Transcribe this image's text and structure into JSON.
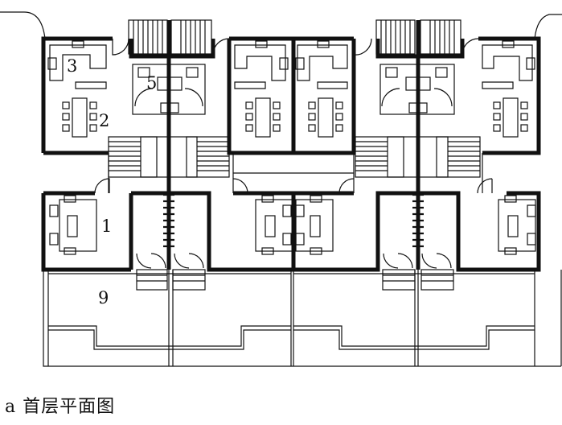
{
  "caption": "a 首层平面图",
  "room_labels": {
    "r1": "1",
    "r2": "2",
    "r3": "3",
    "r5": "5",
    "r9": "9"
  }
}
